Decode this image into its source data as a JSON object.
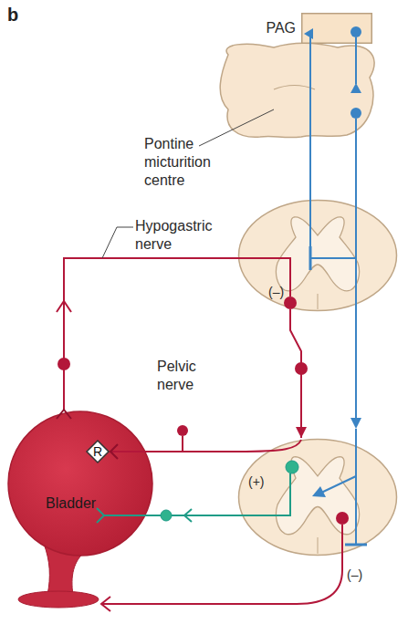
{
  "diagram": {
    "nodes": [
      {
        "text": [
          "PAG"
        ]
      },
      {
        "text": [
          "Bladder"
        ]
      },
      {
        "text": [
          "R"
        ],
        "in": 1
      },
      {
        "text": [
          "(–)"
        ]
      },
      {
        "text": [
          "(+)"
        ]
      }
    ],
    "edges": [
      {
        "from": 3,
        "to": 1,
        "arrow": "none"
      },
      {
        "from": 3,
        "to": 4,
        "arrow": "to"
      },
      {
        "from": 4,
        "to": 2,
        "arrow": "none"
      },
      {
        "from": 1,
        "to": 4,
        "arrow": "none"
      }
    ],
    "labels": [
      "b",
      "Pontine micturition centre",
      "Hypogastric nerve",
      "Pelvic nerve",
      "(–)"
    ]
  }
}
